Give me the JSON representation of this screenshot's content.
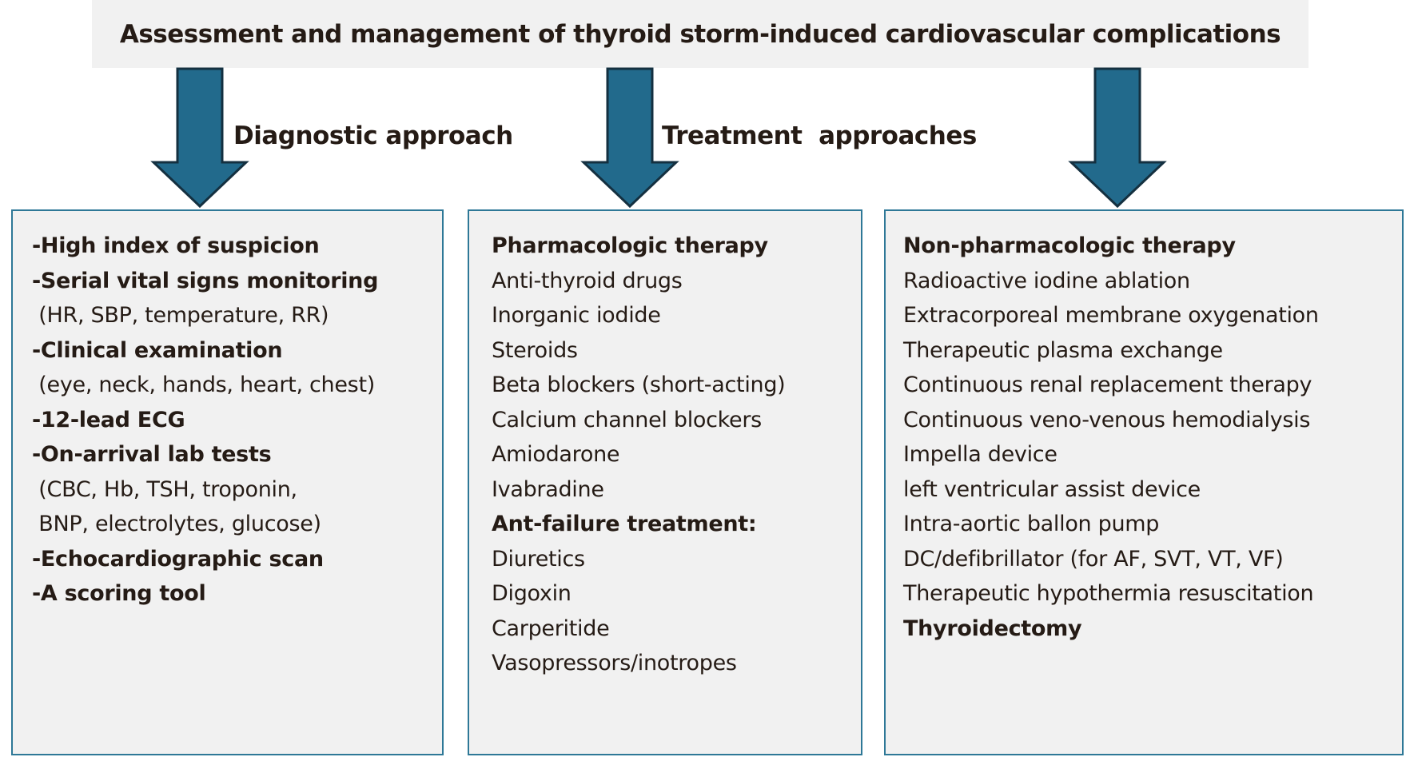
{
  "title": "Assessment and management of thyroid storm-induced cardiovascular complications",
  "labels": {
    "diagnostic": "Diagnostic approach",
    "treatment": "Treatment  approaches"
  },
  "colors": {
    "canvas_bg": "#ffffff",
    "panel_bg": "#f1f1f1",
    "box_border": "#2e7897",
    "arrow_fill": "#226a8c",
    "arrow_stroke": "#143040",
    "text": "#251b15"
  },
  "boxes": [
    {
      "name": "diagnostic-approach-box",
      "lines": [
        {
          "text": "-High index of suspicion",
          "bold": true
        },
        {
          "text": "-Serial vital signs monitoring",
          "bold": true
        },
        {
          "text": " (HR, SBP, temperature, RR)",
          "bold": false
        },
        {
          "text": "-Clinical examination",
          "bold": true
        },
        {
          "text": " (eye, neck, hands, heart, chest)",
          "bold": false
        },
        {
          "text": "-12-lead ECG",
          "bold": true
        },
        {
          "text": "-On-arrival lab tests",
          "bold": true
        },
        {
          "text": " (CBC, Hb, TSH, troponin,",
          "bold": false
        },
        {
          "text": " BNP, electrolytes, glucose)",
          "bold": false
        },
        {
          "text": "-Echocardiographic scan",
          "bold": true
        },
        {
          "text": "-A scoring tool",
          "bold": true
        }
      ]
    },
    {
      "name": "pharmacologic-therapy-box",
      "lines": [
        {
          "text": "Pharmacologic therapy",
          "bold": true
        },
        {
          "text": "Anti-thyroid drugs",
          "bold": false
        },
        {
          "text": "Inorganic iodide",
          "bold": false
        },
        {
          "text": "Steroids",
          "bold": false
        },
        {
          "text": "Beta blockers (short-acting)",
          "bold": false
        },
        {
          "text": "Calcium channel blockers",
          "bold": false
        },
        {
          "text": "Amiodarone",
          "bold": false
        },
        {
          "text": "Ivabradine",
          "bold": false
        },
        {
          "text": "Ant-failure treatment:",
          "bold": true
        },
        {
          "text": "Diuretics",
          "bold": false
        },
        {
          "text": "Digoxin",
          "bold": false
        },
        {
          "text": "Carperitide",
          "bold": false
        },
        {
          "text": "Vasopressors/inotropes",
          "bold": false
        }
      ]
    },
    {
      "name": "non-pharmacologic-therapy-box",
      "lines": [
        {
          "text": "Non-pharmacologic therapy",
          "bold": true
        },
        {
          "text": "Radioactive iodine ablation",
          "bold": false
        },
        {
          "text": "Extracorporeal membrane oxygenation",
          "bold": false
        },
        {
          "text": "Therapeutic plasma exchange",
          "bold": false
        },
        {
          "text": "Continuous renal replacement therapy",
          "bold": false
        },
        {
          "text": "Continuous veno-venous hemodialysis",
          "bold": false
        },
        {
          "text": "Impella device",
          "bold": false
        },
        {
          "text": "left ventricular assist device",
          "bold": false
        },
        {
          "text": "Intra-aortic ballon pump",
          "bold": false
        },
        {
          "text": "DC/defibrillator (for AF, SVT, VT, VF)",
          "bold": false
        },
        {
          "text": "Therapeutic hypothermia resuscitation",
          "bold": false
        },
        {
          "text": "Thyroidectomy",
          "bold": true
        }
      ]
    }
  ]
}
